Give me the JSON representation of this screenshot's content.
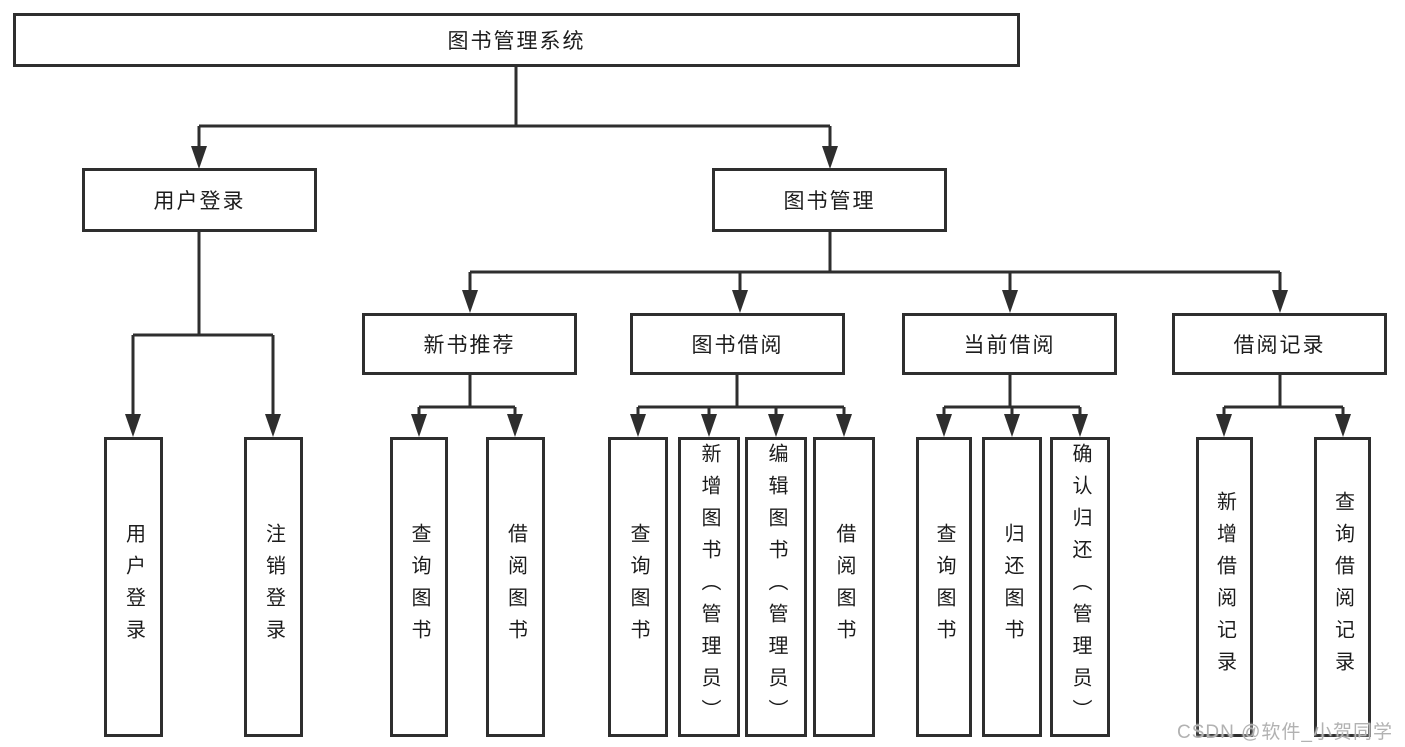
{
  "diagram": {
    "root": {
      "label": "图书管理系统"
    },
    "user_branch": {
      "label": "用户登录",
      "leaves": [
        {
          "label": "用户登录"
        },
        {
          "label": "注销登录"
        }
      ]
    },
    "book_branch": {
      "label": "图书管理",
      "groups": [
        {
          "label": "新书推荐",
          "leaves": [
            {
              "label": "查询图书"
            },
            {
              "label": "借阅图书"
            }
          ]
        },
        {
          "label": "图书借阅",
          "leaves": [
            {
              "label": "查询图书"
            },
            {
              "label": "新增图书（管理员）"
            },
            {
              "label": "编辑图书（管理员）"
            },
            {
              "label": "借阅图书"
            }
          ]
        },
        {
          "label": "当前借阅",
          "leaves": [
            {
              "label": "查询图书"
            },
            {
              "label": "归还图书"
            },
            {
              "label": "确认归还（管理员）"
            }
          ]
        },
        {
          "label": "借阅记录",
          "leaves": [
            {
              "label": "新增借阅记录"
            },
            {
              "label": "查询借阅记录"
            }
          ]
        }
      ]
    }
  },
  "watermark": {
    "text": "CSDN @软件_小贺同学"
  },
  "colors": {
    "line": "#2e2e2e",
    "text": "#1c1c1c",
    "watermark": "#b2b2b2",
    "background": "#ffffff"
  }
}
